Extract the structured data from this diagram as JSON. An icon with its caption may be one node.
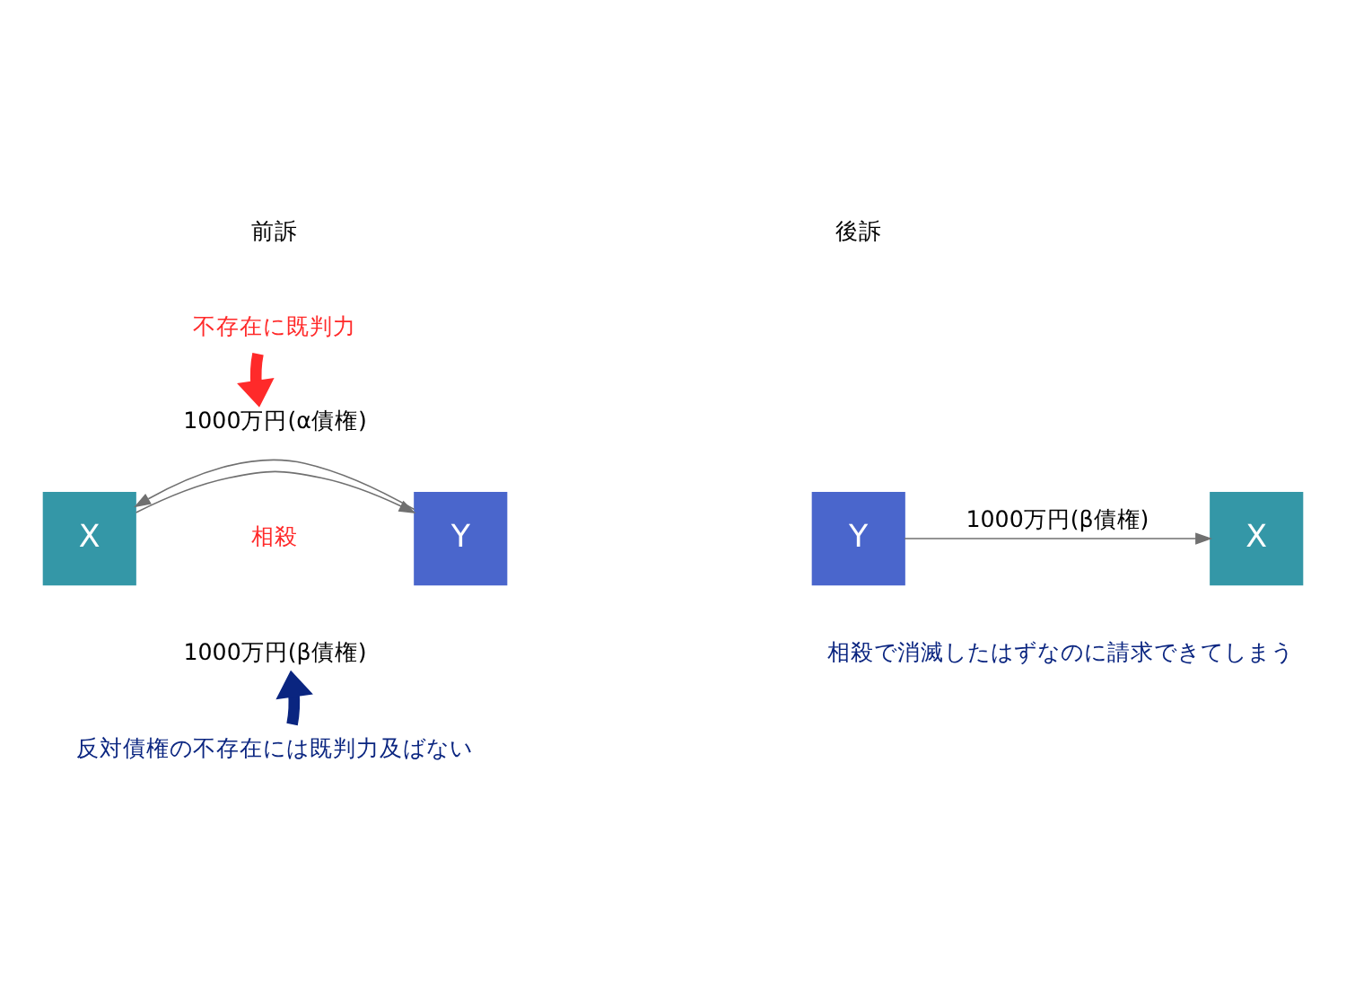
{
  "diagram": {
    "nodes": [
      {
        "text": [
          "不存在に既判力"
        ]
      },
      {
        "text": [
          "1000万円(α債権)"
        ]
      },
      {
        "text": [
          "X"
        ]
      },
      {
        "text": [
          "Y"
        ]
      },
      {
        "text": [
          "1000万円(β債権)"
        ]
      },
      {
        "text": [
          "反対債権の不存在には既判力及ばない"
        ]
      },
      {
        "text": [
          "Y"
        ]
      },
      {
        "text": [
          "X"
        ]
      }
    ],
    "edges": [
      {
        "from": 0,
        "to": 1,
        "arrow": "to",
        "style": "thick",
        "color": "#ff2a2a"
      },
      {
        "from": 2,
        "to": 3,
        "arrow": "to"
      },
      {
        "from": 3,
        "to": 2,
        "arrow": "to"
      },
      {
        "from": 5,
        "to": 4,
        "arrow": "to",
        "style": "thick",
        "color": "#0a2580"
      },
      {
        "from": 6,
        "to": 7,
        "arrow": "to",
        "label": "1000万円(β債権)"
      }
    ],
    "labels": [
      "前訴",
      "相殺",
      "後訴",
      "相殺で消滅したはずなのに請求できてしまう"
    ]
  }
}
